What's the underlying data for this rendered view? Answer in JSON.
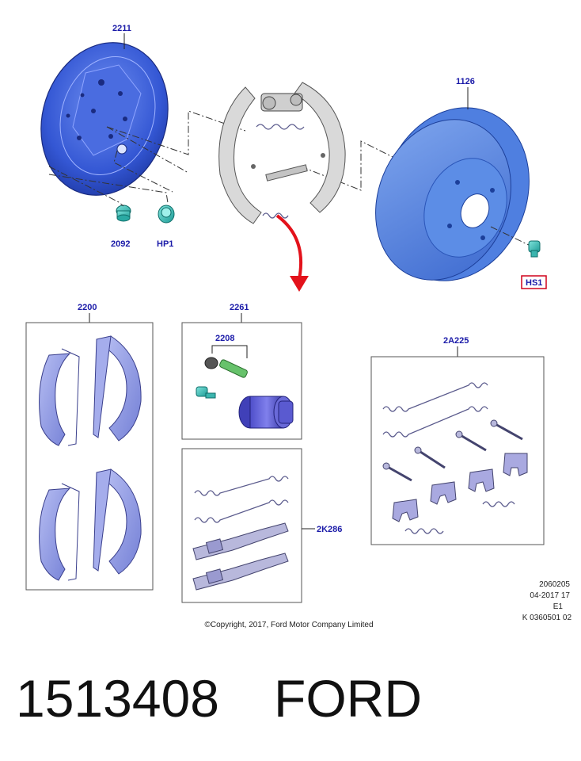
{
  "callouts": {
    "backing_plate": "2211",
    "drum": "1126",
    "plug_a": "2092",
    "plug_b": "HP1",
    "drum_screw": "HS1",
    "shoe_kit": "2200",
    "cylinder_kit": "2261",
    "bleed_kit": "2208",
    "spring_kit": "2A225",
    "adjuster_kit": "2K286"
  },
  "reference": {
    "line1": "2060205",
    "line2": "04-2017 17",
    "line3": "E1",
    "line4": "K 0360501 02"
  },
  "copyright": "©Copyright, 2017, Ford Motor Company Limited",
  "part_number": "1513408",
  "brand": "FORD",
  "colors": {
    "part_blue": "#3f63d8",
    "kit_blue": "#8f98e6",
    "callout_text": "#1a1aa8",
    "highlight_red": "#d0021b",
    "arrow_red": "#e3121b"
  }
}
